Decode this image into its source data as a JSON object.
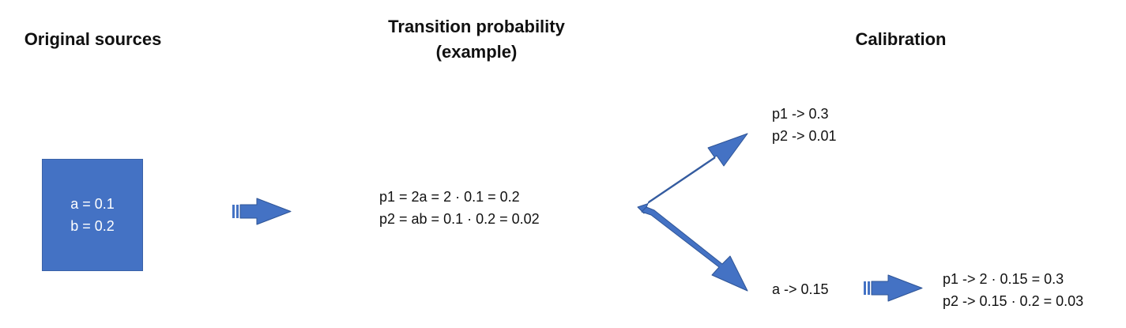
{
  "headings": {
    "sources": "Original sources",
    "transition_line1": "Transition probability",
    "transition_line2": "(example)",
    "calibration": "Calibration"
  },
  "source_box": {
    "line1": "a = 0.1",
    "line2": "b = 0.2"
  },
  "transition": {
    "line1": "p1 = 2a = 2 · 0.1 = 0.2",
    "line2": "p2 = ab = 0.1 · 0.2 = 0.02"
  },
  "calibration": {
    "p_line1": "p1 -> 0.3",
    "p_line2": "p2 -> 0.01",
    "a_line": "a -> 0.15",
    "result_line1": "p1 -> 2 · 0.15 = 0.3",
    "result_line2": "p2 -> 0.15 · 0.2 = 0.03"
  },
  "colors": {
    "box_fill": "#4472C4",
    "arrow_fill": "#4472C4",
    "arrow_stroke": "#2F5597"
  }
}
